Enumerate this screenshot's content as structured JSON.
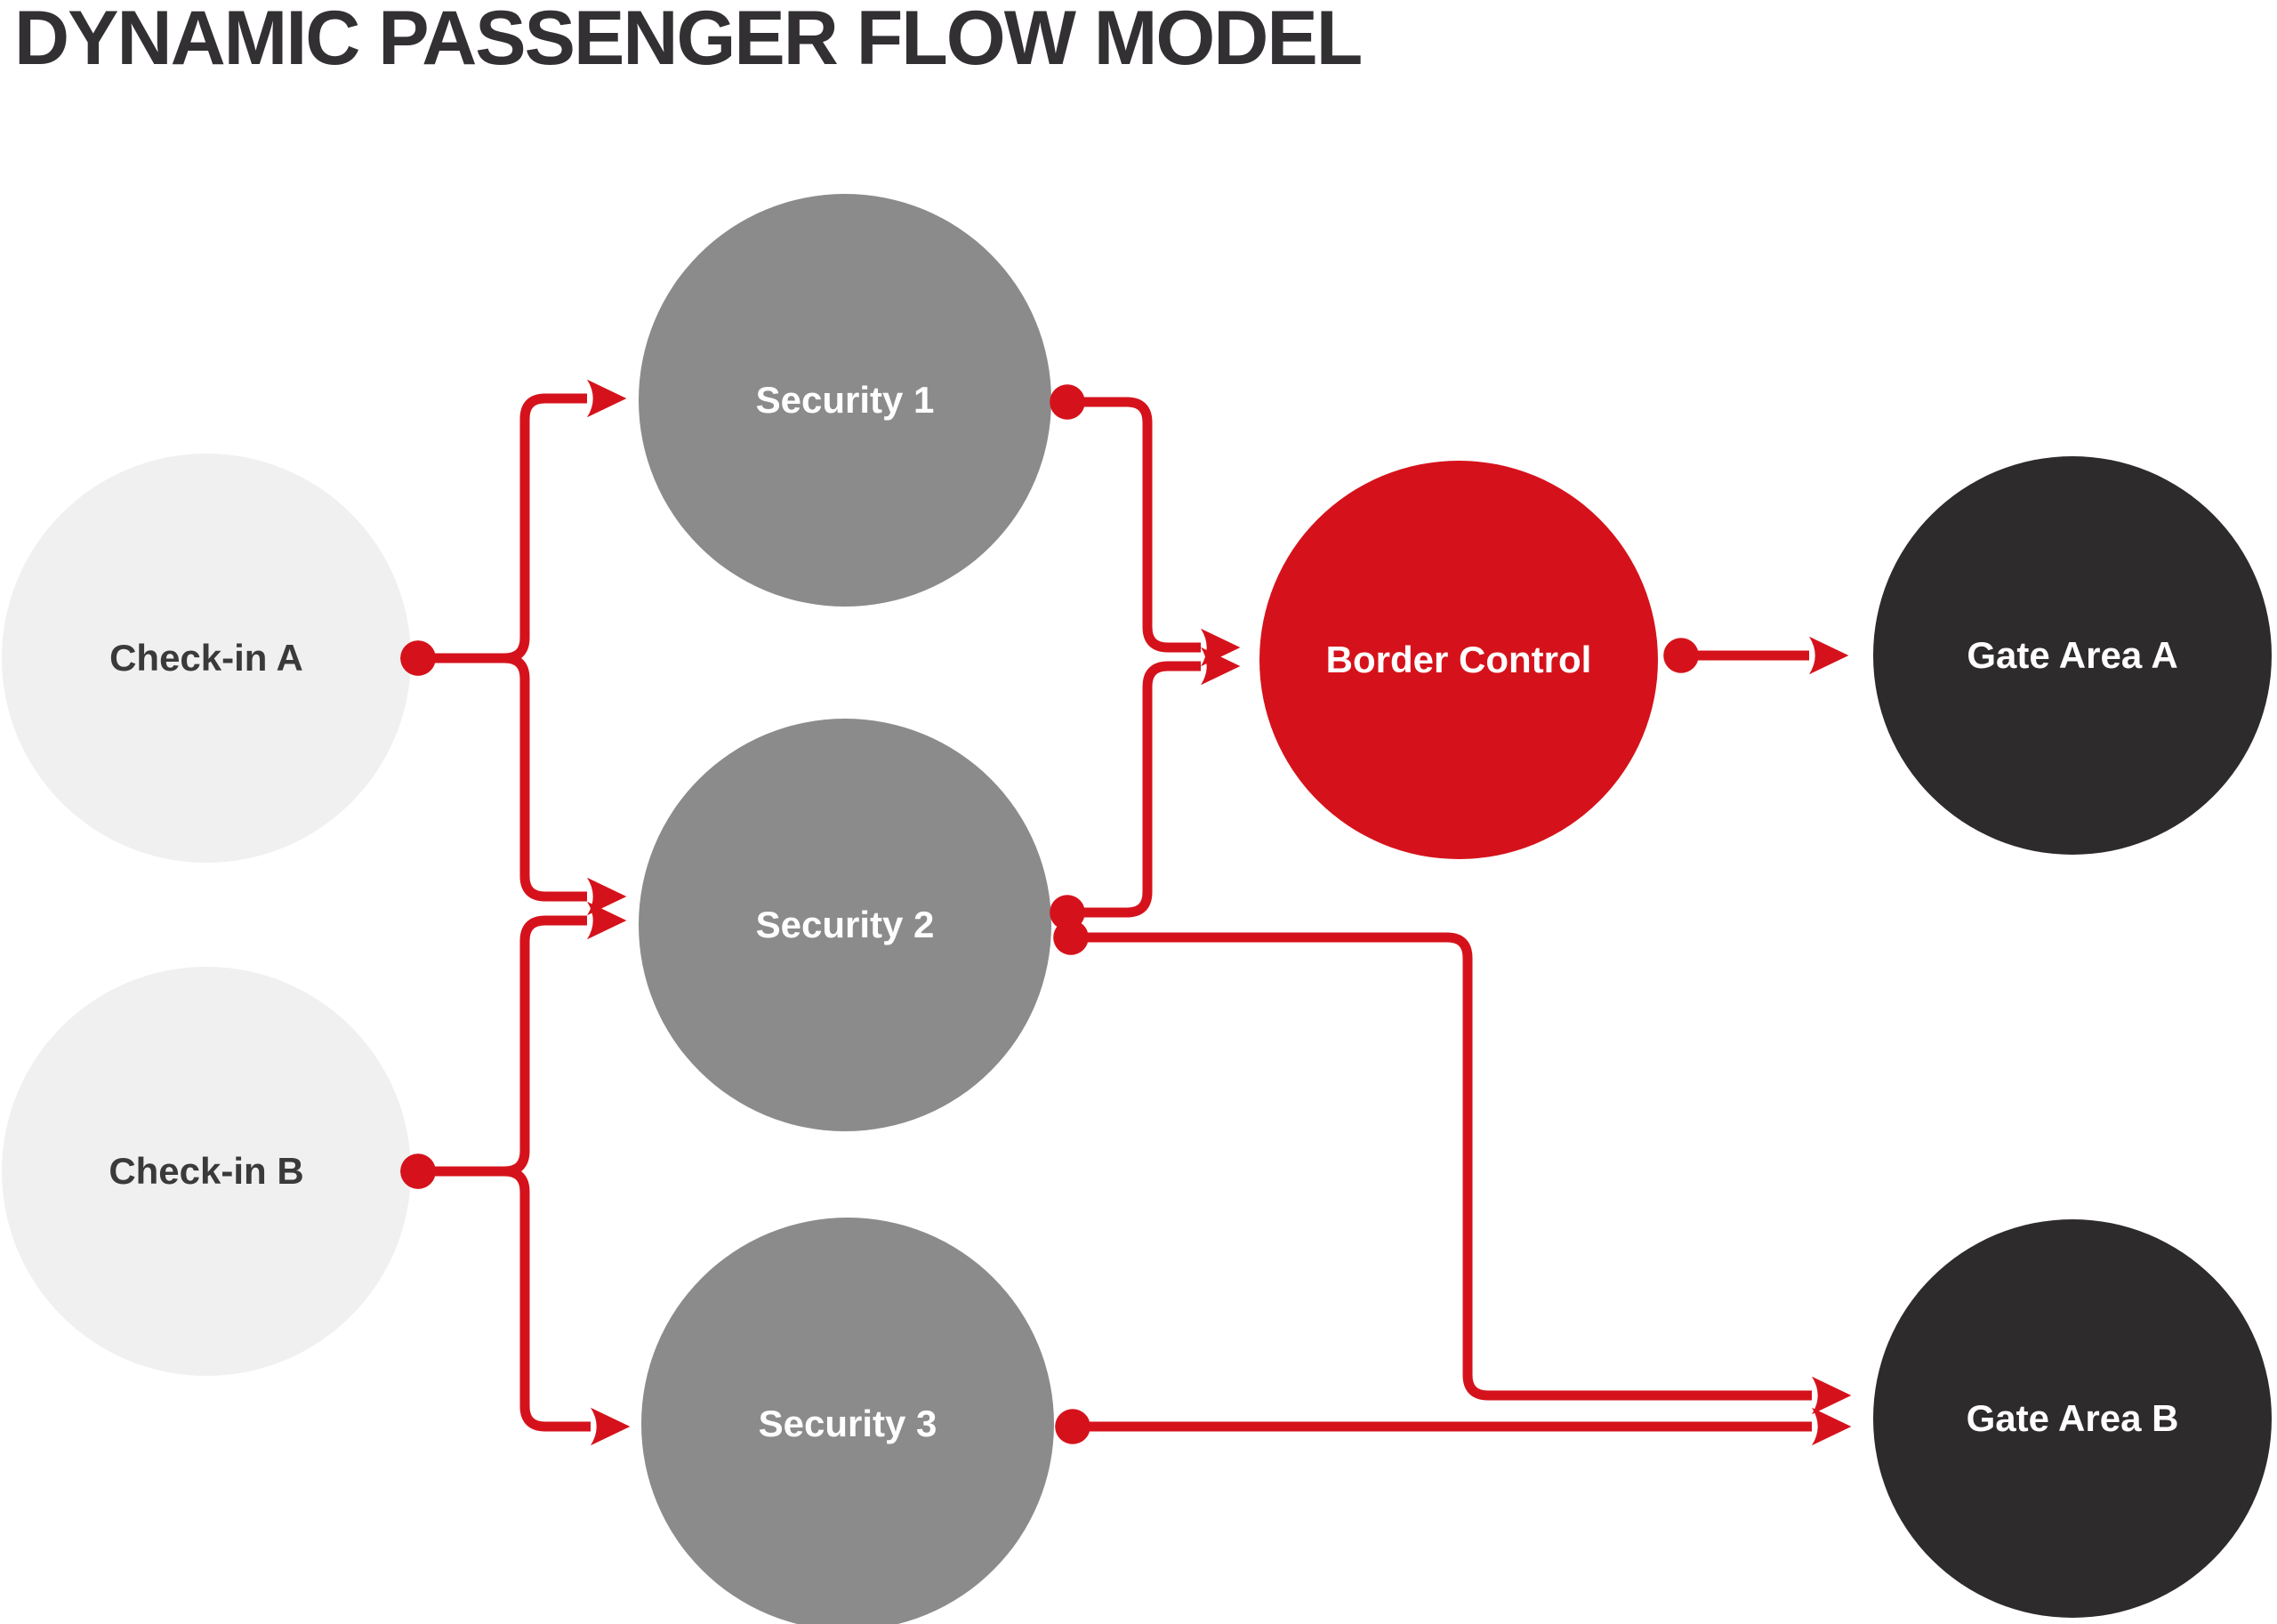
{
  "title": "DYNAMIC PASSENGER FLOW MODEL",
  "colors": {
    "accent_red": "#D5121B",
    "checkin_fill": "#F0F0F0",
    "checkin_text": "#3A3A3A",
    "security_fill": "#8B8B8B",
    "border_control_fill": "#D5121B",
    "gate_fill": "#2E2B2C",
    "node_text": "#FFFFFF",
    "title_text": "#333033"
  },
  "nodes": [
    {
      "id": "checkin-a",
      "label": "Check-in A",
      "type": "checkin"
    },
    {
      "id": "checkin-b",
      "label": "Check-in B",
      "type": "checkin"
    },
    {
      "id": "security-1",
      "label": "Security 1",
      "type": "security"
    },
    {
      "id": "security-2",
      "label": "Security 2",
      "type": "security"
    },
    {
      "id": "security-3",
      "label": "Security 3",
      "type": "security"
    },
    {
      "id": "border-control",
      "label": "Border Control",
      "type": "border"
    },
    {
      "id": "gate-area-a",
      "label": "Gate Area A",
      "type": "gate"
    },
    {
      "id": "gate-area-b",
      "label": "Gate Area B",
      "type": "gate"
    }
  ],
  "edges": [
    {
      "from": "checkin-a",
      "to": "security-1"
    },
    {
      "from": "checkin-a",
      "to": "security-2"
    },
    {
      "from": "checkin-b",
      "to": "security-2"
    },
    {
      "from": "checkin-b",
      "to": "security-3"
    },
    {
      "from": "security-1",
      "to": "border-control"
    },
    {
      "from": "security-2",
      "to": "border-control"
    },
    {
      "from": "security-2",
      "to": "gate-area-b"
    },
    {
      "from": "security-3",
      "to": "gate-area-b"
    },
    {
      "from": "border-control",
      "to": "gate-area-a"
    }
  ]
}
